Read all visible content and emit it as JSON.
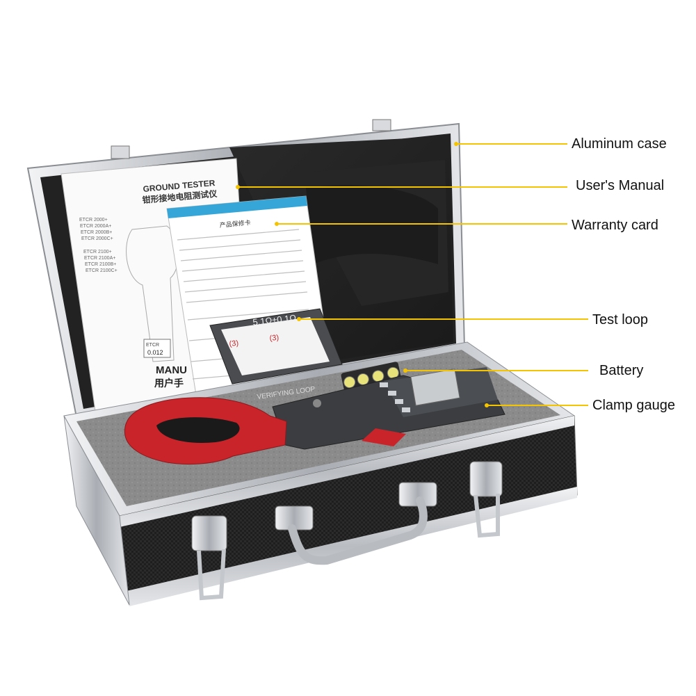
{
  "callouts": {
    "aluminum_case": "Aluminum case",
    "users_manual": "User's Manual",
    "warranty_card": "Warranty card",
    "test_loop": "Test loop",
    "battery": "Battery",
    "clamp_gauge": "Clamp gauge"
  },
  "manual": {
    "title_en": "GROUND TESTER",
    "title_cn": "钳形接地电阻测试仪",
    "models_a": [
      "ETCR 2000+",
      "ETCR 2000A+",
      "ETCR 2000B+",
      "ETCR 2000C+"
    ],
    "models_b": [
      "ETCR 2100+",
      "ETCR 2100A+",
      "ETCR 2100B+",
      "ETCR 2100C+"
    ],
    "meter_brand": "ETCR",
    "meter_reading": "0.012",
    "bottom_en": "MANU",
    "bottom_cn": "用户手"
  },
  "warranty": {
    "title_cn": "产品保修卡"
  },
  "test_loop": {
    "rating": "5.1Ω±0.1Ω",
    "marking_left": "(3)",
    "marking_right": "(3)",
    "caption": "VERIFYING LOOP"
  },
  "colors": {
    "callout_line": "#f5c400",
    "clamp_red": "#c8242a",
    "foam": "#8a8a8a",
    "case_black": "#1c1c1c",
    "aluminum": "#cfd2d6"
  }
}
